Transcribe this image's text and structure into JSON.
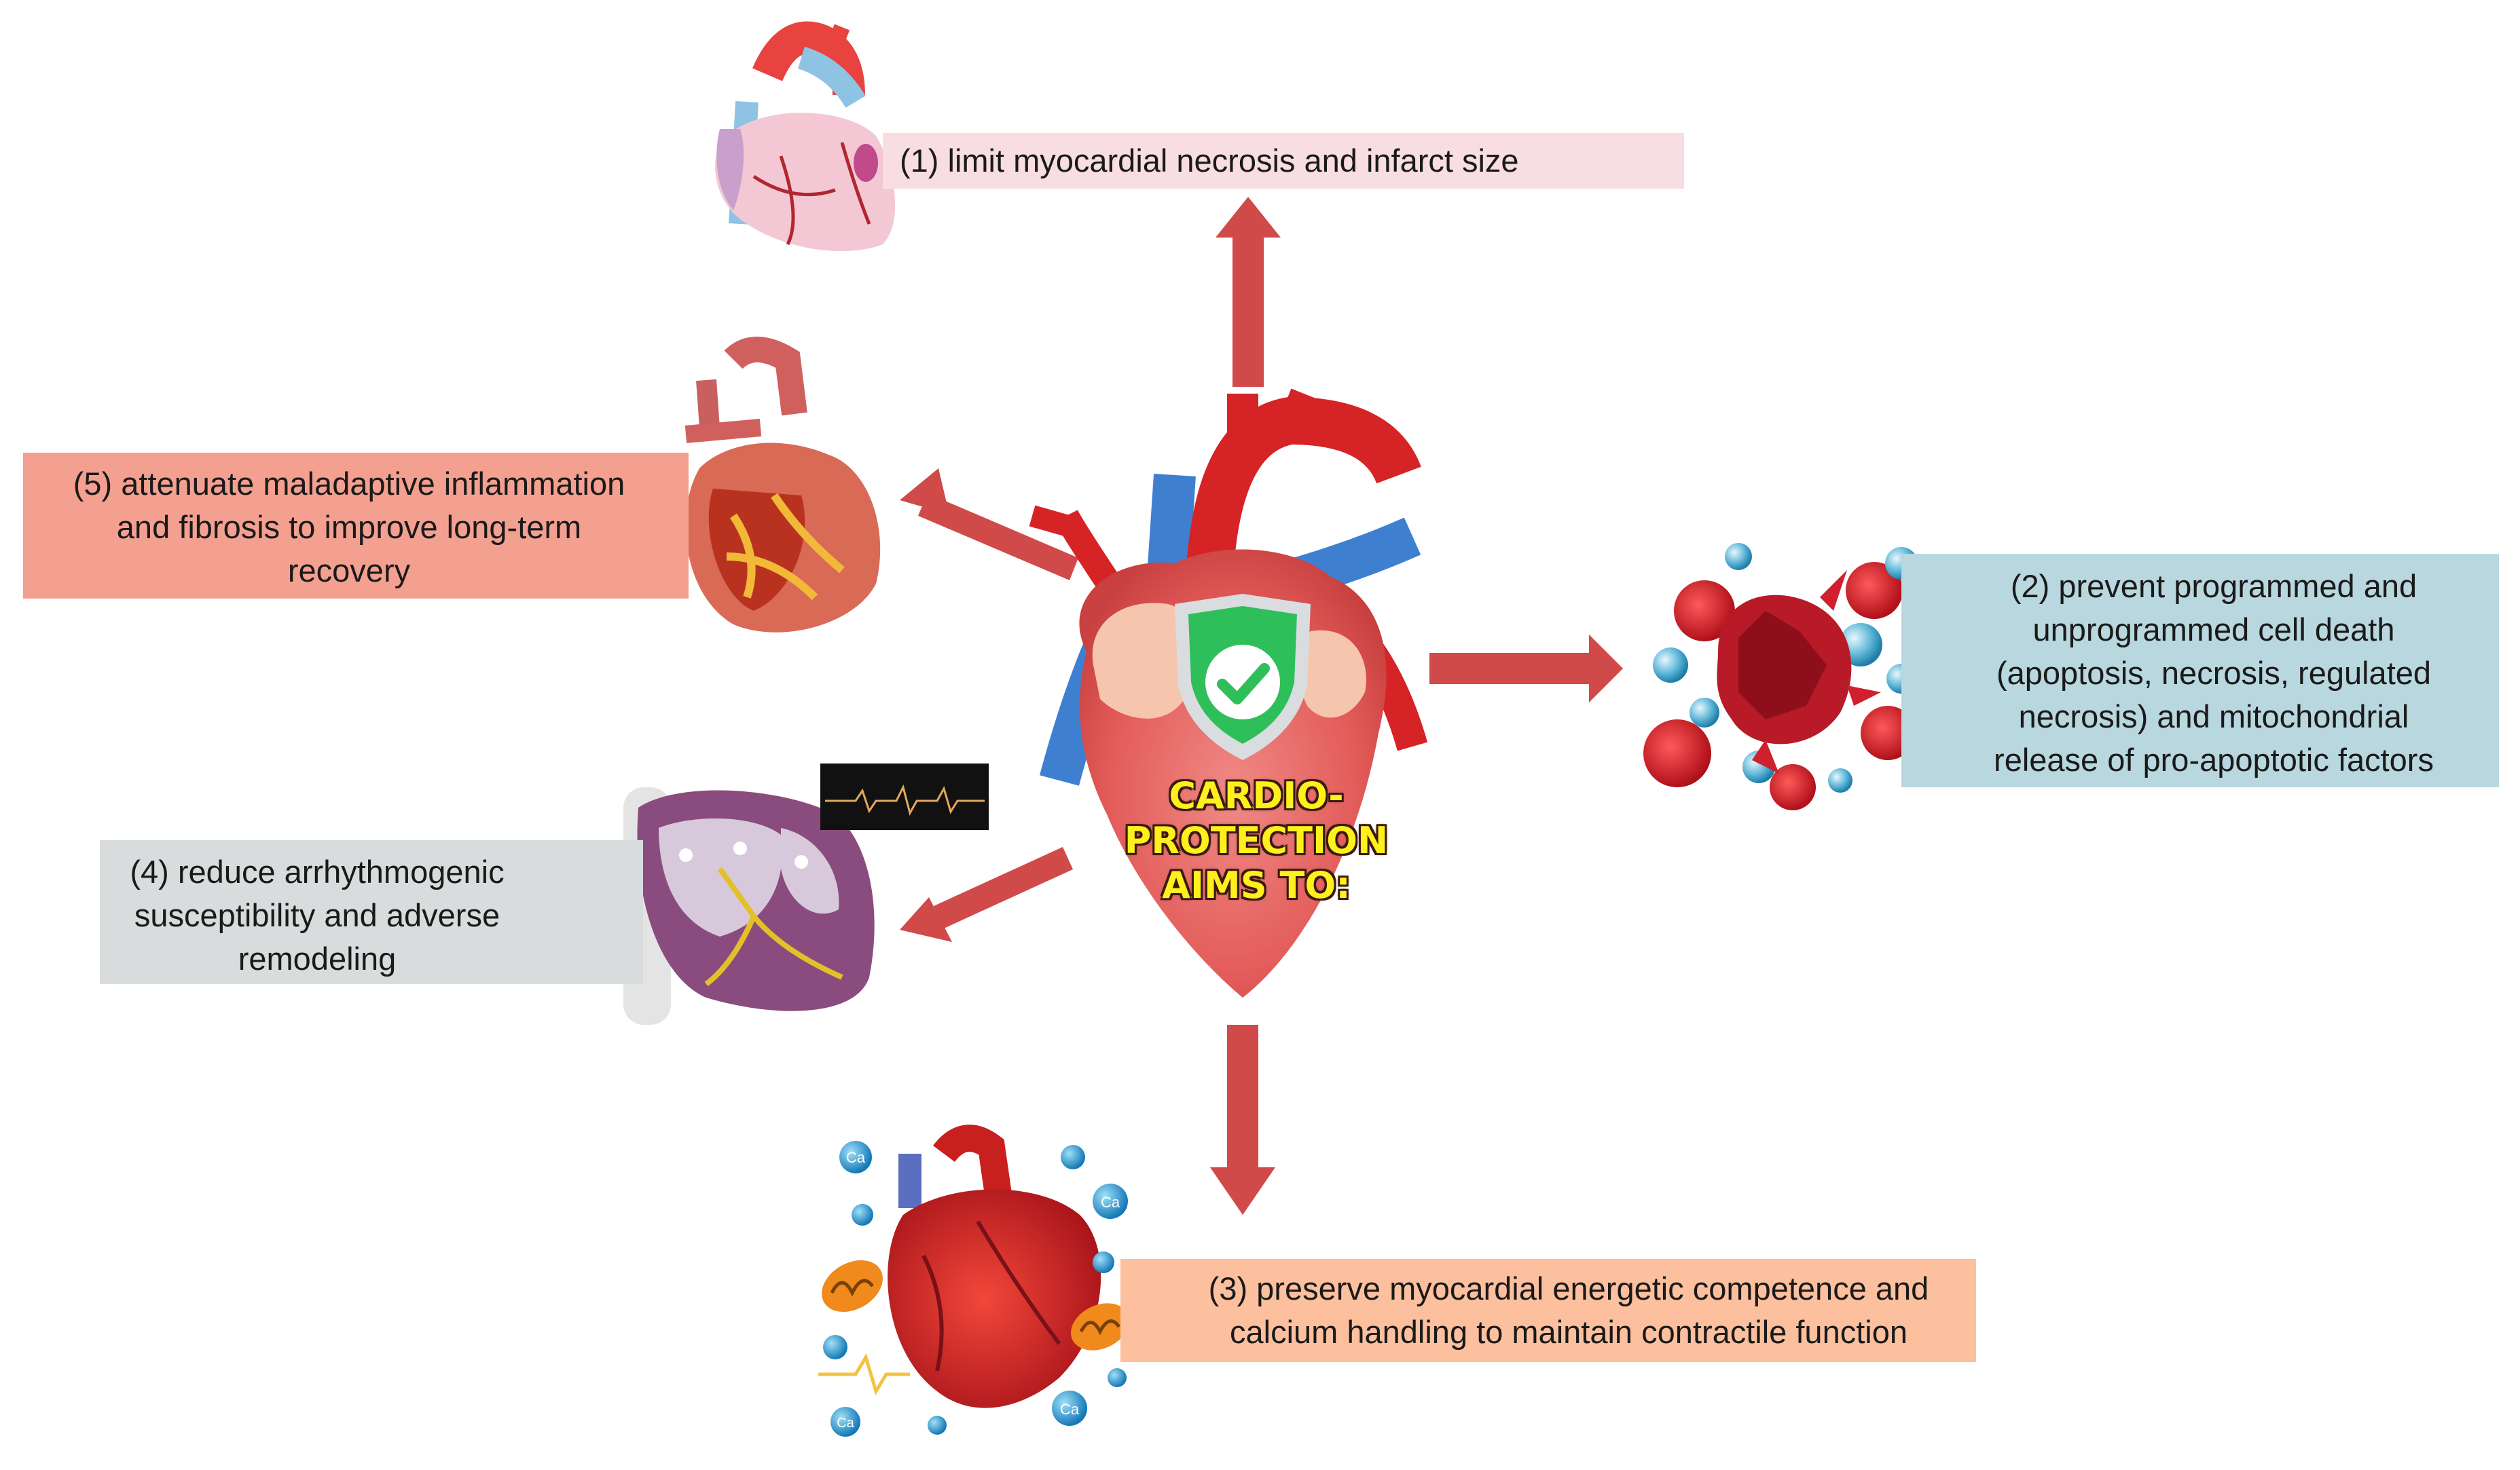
{
  "center": {
    "lines": [
      "CARDIO-",
      "PROTECTION",
      "AIMS TO:"
    ]
  },
  "aims": {
    "aim1": {
      "lines": [
        "(1) limit myocardial necrosis and infarct size"
      ]
    },
    "aim2": {
      "lines": [
        "(2) prevent programmed and",
        "unprogrammed cell death",
        "(apoptosis, necrosis, regulated",
        "necrosis) and mitochondrial",
        "release of pro-apoptotic factors"
      ]
    },
    "aim3": {
      "lines": [
        "(3) preserve myocardial energetic competence and",
        "calcium handling to maintain contractile function"
      ]
    },
    "aim4": {
      "lines": [
        "(4) reduce arrhythmogenic",
        "susceptibility and adverse",
        "remodeling"
      ]
    },
    "aim5": {
      "lines": [
        "(5) attenuate maladaptive inflammation",
        "and fibrosis to improve long-term",
        "recovery"
      ]
    }
  },
  "ions": {
    "calcium_label": "Ca"
  },
  "colors": {
    "arrow": "#cf4a48",
    "box1": "#f8dde2",
    "box2": "#b8d7de",
    "box3": "#fcc09e",
    "box4": "#d9dcdd",
    "box5": "#f4a090",
    "center_text": "#ffef1c",
    "shield": "#2fbf5a"
  },
  "icons": [
    "heart-center-icon",
    "shield-check-icon",
    "anatomical-heart-icon",
    "inflamed-heart-icon",
    "cell-death-icon",
    "calcium-heart-icon",
    "mitochondria-icon",
    "conduction-heart-icon",
    "ecg-monitor-icon"
  ]
}
